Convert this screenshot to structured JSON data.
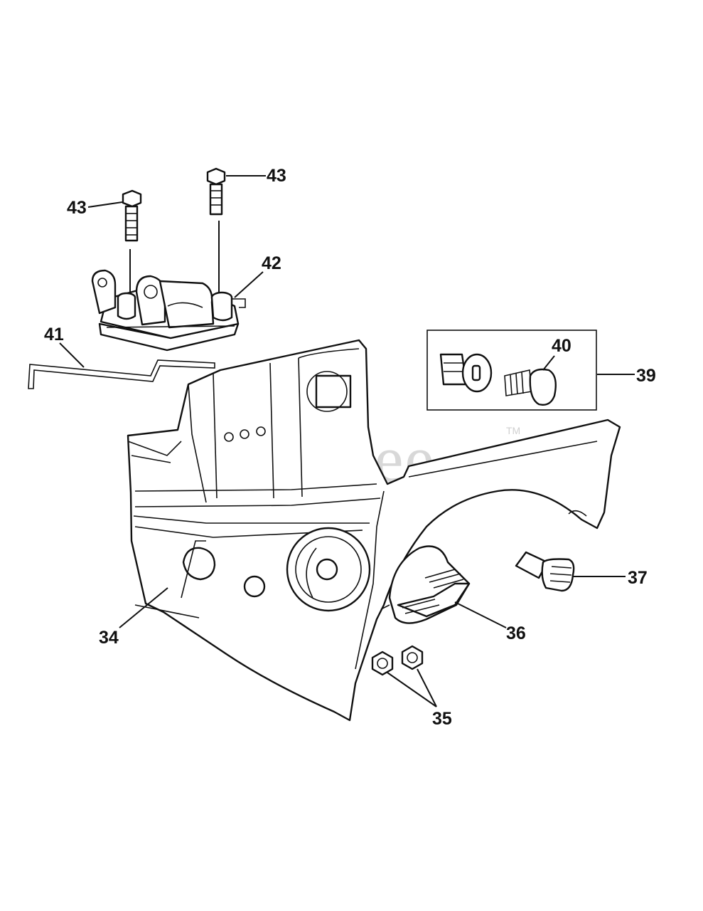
{
  "watermark": {
    "text": "PartsTree",
    "trademark": "TM"
  },
  "callouts": {
    "c34": "34",
    "c35": "35",
    "c36": "36",
    "c37": "37",
    "c39": "39",
    "c40": "40",
    "c41": "41",
    "c42": "42",
    "c43a": "43",
    "c43b": "43"
  }
}
